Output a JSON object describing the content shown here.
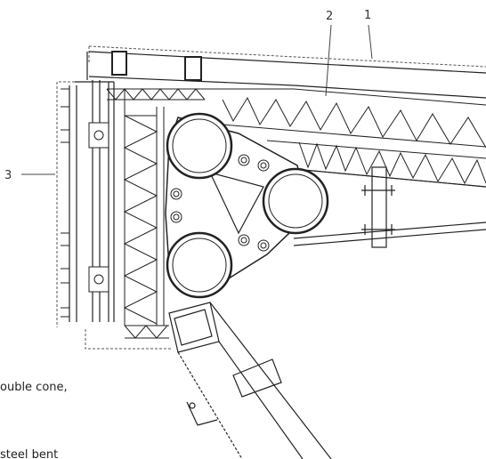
{
  "callouts": [
    {
      "id": "1",
      "text": "1"
    },
    {
      "id": "2",
      "text": "2"
    },
    {
      "id": "3",
      "text": "3"
    }
  ],
  "caption_fragments": {
    "line1": "ouble cone,",
    "line2": "steel bent"
  },
  "colors": {
    "line": "#222222",
    "dashed": "#555555",
    "background": "#ffffff"
  }
}
